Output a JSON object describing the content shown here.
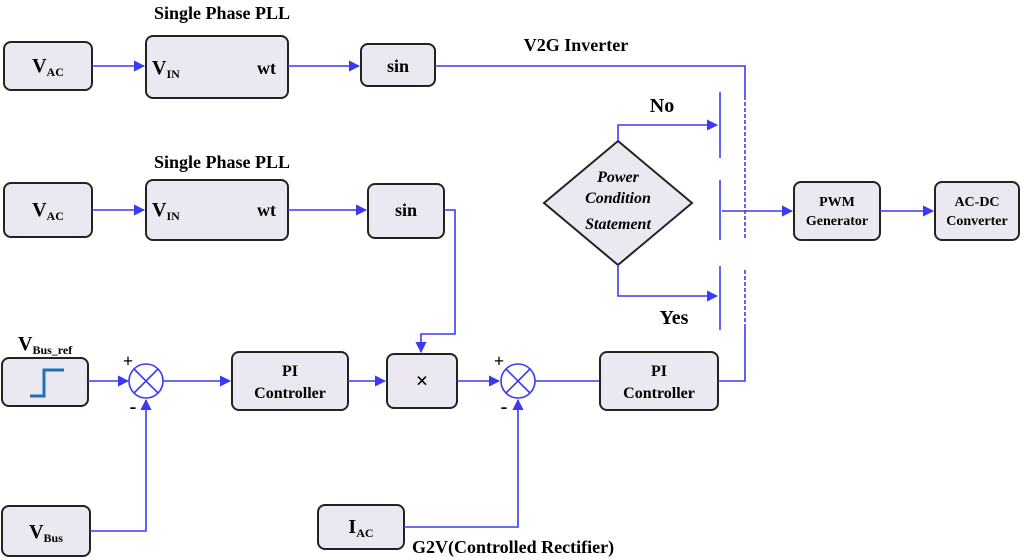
{
  "pll_top": {
    "title": "Single Phase PLL",
    "input": {
      "main": "V",
      "sub": "AC"
    },
    "block_in": {
      "main": "V",
      "sub": "IN"
    },
    "block_out": "wt",
    "sin": "sin"
  },
  "pll_mid": {
    "title": "Single Phase PLL",
    "input": {
      "main": "V",
      "sub": "AC"
    },
    "block_in": {
      "main": "V",
      "sub": "IN"
    },
    "block_out": "wt",
    "sin": "sin"
  },
  "v2g_label": "V2G Inverter",
  "g2v_label": "G2V(Controlled Rectifier)",
  "decision": {
    "line1": "Power",
    "line2": "Condition",
    "line3": "Statement",
    "no": "No",
    "yes": "Yes"
  },
  "pwm": {
    "line1": "PWM",
    "line2": "Generator"
  },
  "acdc": {
    "line1": "AC-DC",
    "line2": "Converter"
  },
  "vbus_ref": {
    "main": "V",
    "sub": "Bus_ref"
  },
  "vbus": {
    "main": "V",
    "sub": "Bus"
  },
  "iac": {
    "main": "I",
    "sub": "AC"
  },
  "pi1": {
    "line1": "PI",
    "line2": "Controller"
  },
  "pi2": {
    "line1": "PI",
    "line2": "Controller"
  },
  "multiply": "×",
  "sum1": {
    "plus": "+",
    "minus": "-"
  },
  "sum2": {
    "plus": "+",
    "minus": "-"
  },
  "colors": {
    "wire": "#3a3af2",
    "block": "#ece8f1",
    "step": "#1f6fc1"
  }
}
